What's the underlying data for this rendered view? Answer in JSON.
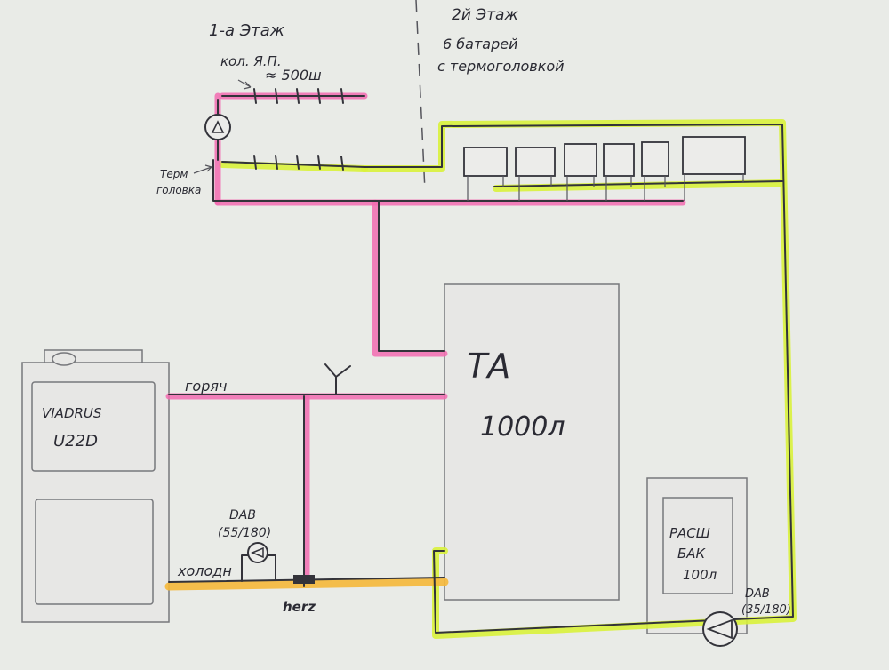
{
  "labels": {
    "floor1": "1-а Этаж",
    "floor1_collector": "кол. Я.П.",
    "floor1_length": "≈ 500ш",
    "floor2": "2й Этаж",
    "floor2_batteries": "6 батарей",
    "floor2_thermo": "с термоголовкой",
    "thermo_head_1": "Терм",
    "thermo_head_2": "головка",
    "boiler_brand": "VIADRUS",
    "boiler_model": "U22D",
    "hot_line": "горяч",
    "cold_line": "холодн",
    "pump_left_1": "DAB",
    "pump_left_2": "(55/180)",
    "valve": "herz",
    "tank_1": "ТА",
    "tank_2": "1000л",
    "exp_1": "РАСШ",
    "exp_2": "БАК",
    "exp_3": "100л",
    "pump_right_1": "DAB",
    "pump_right_2": "(35/180)"
  },
  "colors": {
    "supply_pink": "#f26bb0",
    "return_yellow": "#d9f23b",
    "cold_orange": "#f5b83a",
    "paper": "#e9ebe7",
    "ink": "#33333a"
  }
}
